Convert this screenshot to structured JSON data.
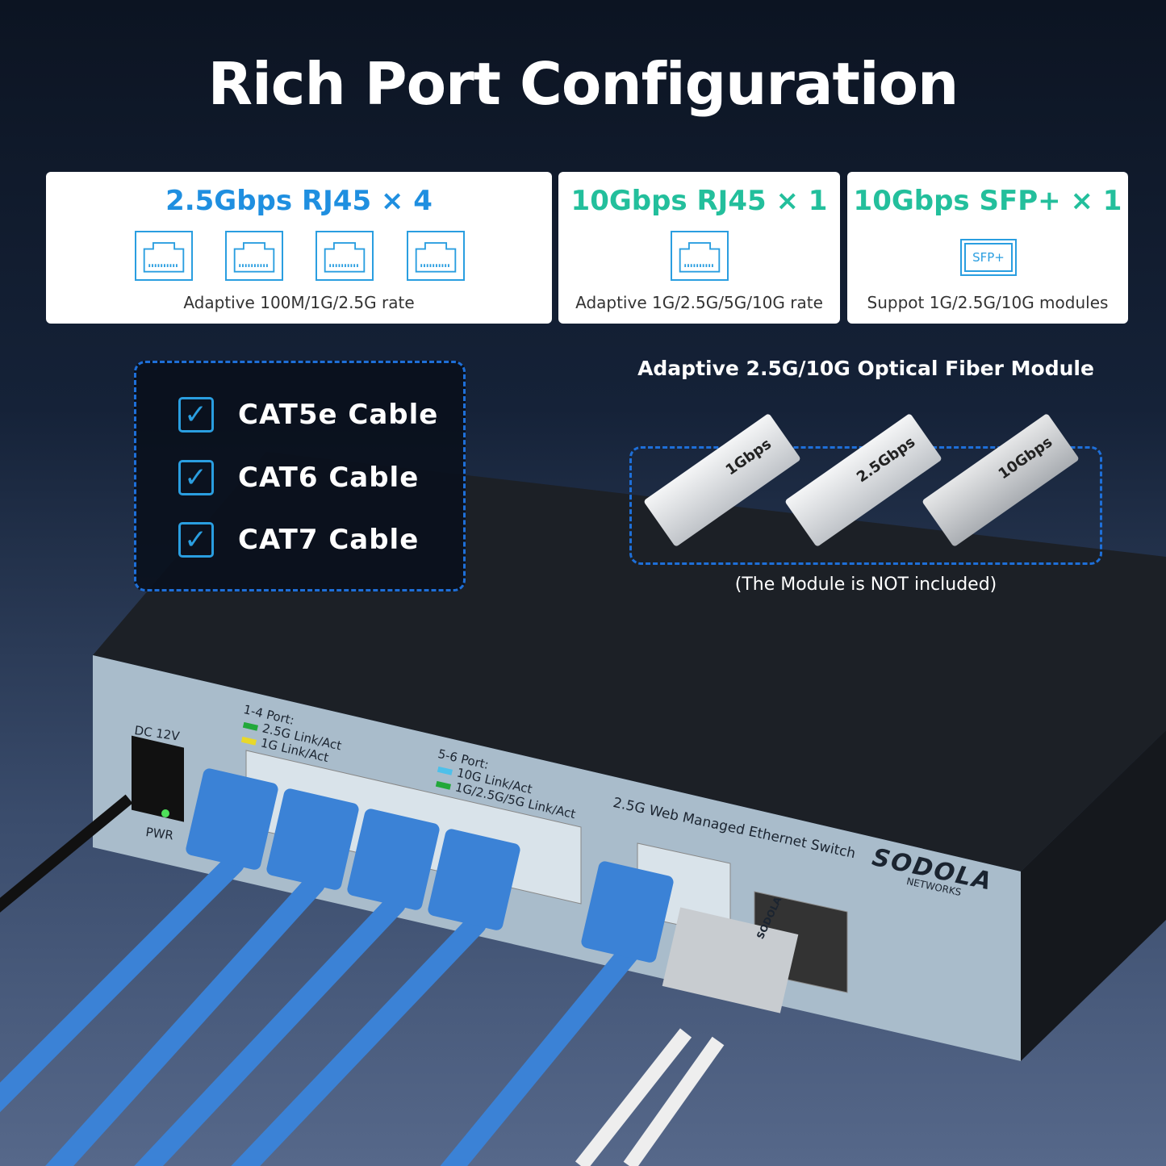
{
  "title": "Rich Port Configuration",
  "cards": [
    {
      "heading": "2.5Gbps RJ45 × 4",
      "caption": "Adaptive 100M/1G/2.5G rate",
      "color": "#1f8fe0",
      "icon": "rj45-port-icon"
    },
    {
      "heading": "10Gbps RJ45 × 1",
      "caption": "Adaptive 1G/2.5G/5G/10G rate",
      "color": "#23bf9c",
      "icon": "rj45-port-icon"
    },
    {
      "heading": "10Gbps SFP+ × 1",
      "caption": "Suppot 1G/2.5G/10G modules",
      "color": "#23bf9c",
      "icon": "sfp-port-icon",
      "icon_label": "SFP+"
    }
  ],
  "cables": [
    "CAT5e Cable",
    "CAT6 Cable",
    "CAT7 Cable"
  ],
  "modules": {
    "title": "Adaptive 2.5G/10G Optical Fiber Module",
    "labels": [
      "1Gbps",
      "2.5Gbps",
      "10Gbps"
    ],
    "note": "(The Module is NOT included)"
  },
  "switch": {
    "dc": "DC  12V",
    "pwr": "PWR",
    "ports14": "1-4 Port:",
    "led1": "2.5G Link/Act",
    "led2": "1G Link/Act",
    "ports56": "5-6 Port:",
    "led3": "10G Link/Act",
    "led4": "1G/2.5G/5G Link/Act",
    "model": "2.5G Web Managed Ethernet Switch",
    "brand": "SODOLA",
    "brand_sub": "NETWORKS",
    "module_brand": "SODOLA"
  }
}
